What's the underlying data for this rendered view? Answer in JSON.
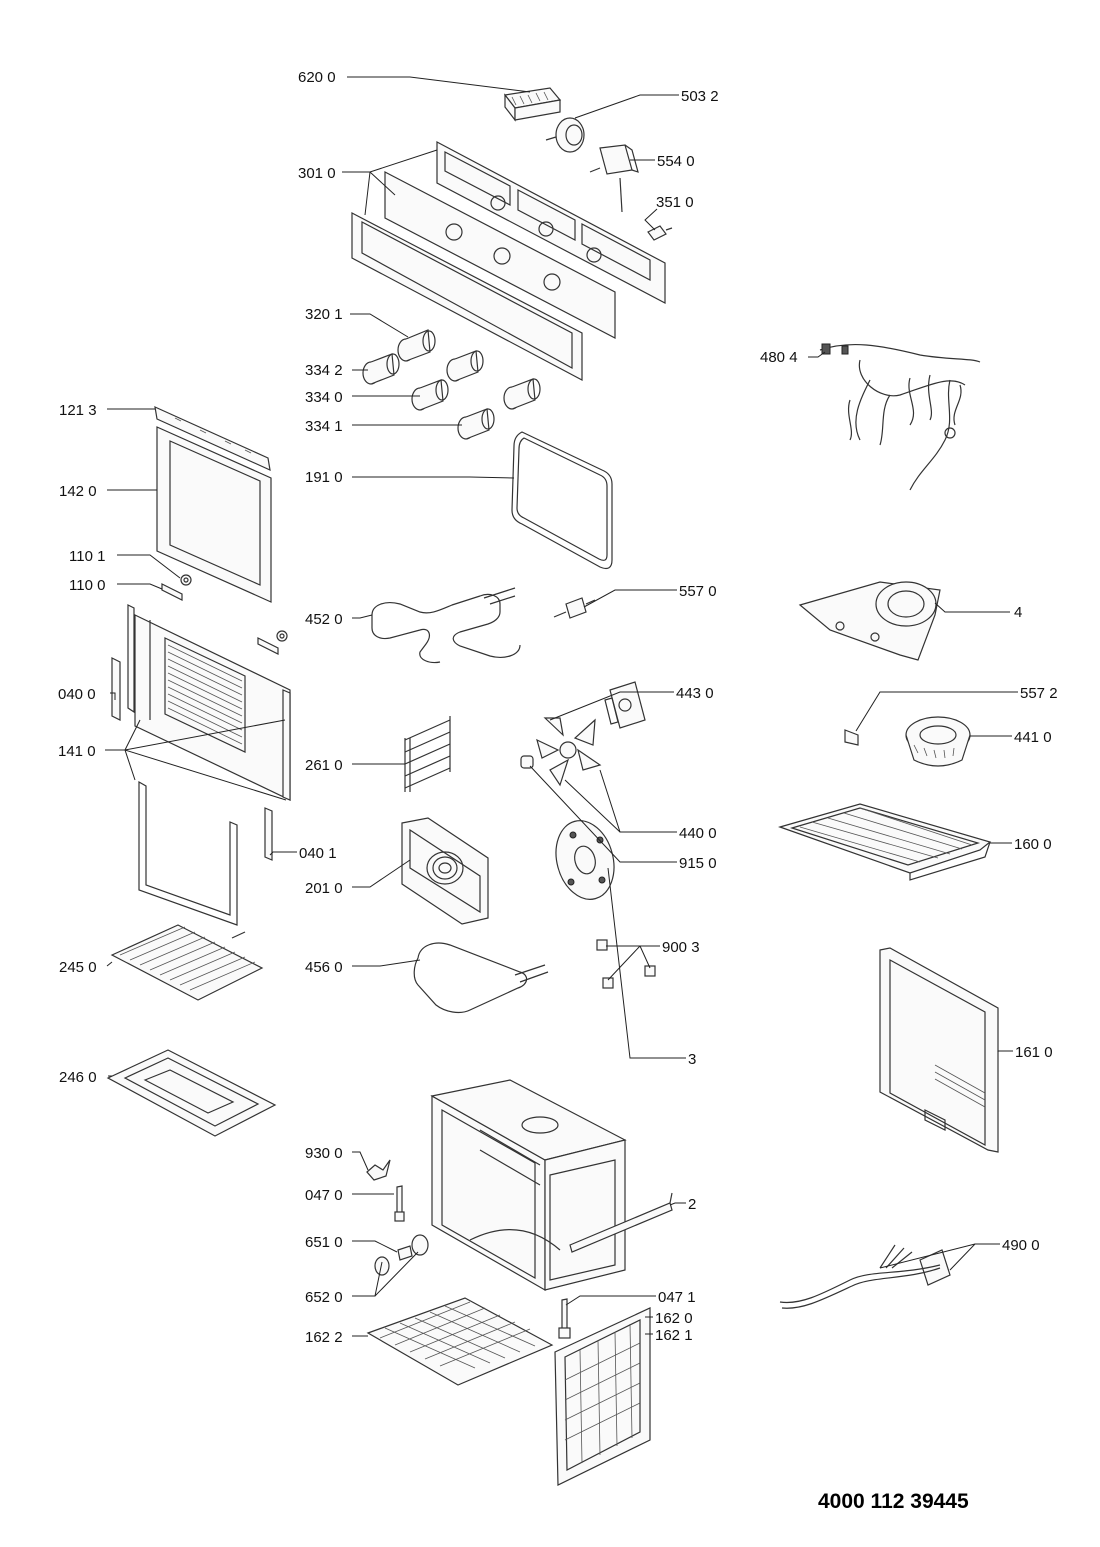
{
  "document_number": "4000 112 39445",
  "parts": {
    "p6200": "620 0",
    "p5032": "503 2",
    "p3010": "301 0",
    "p5540": "554 0",
    "p3510": "351 0",
    "p3201": "320 1",
    "p3342": "334 2",
    "p3340": "334 0",
    "p3341": "334 1",
    "p4804": "480 4",
    "p1213": "121 3",
    "p1420": "142 0",
    "p1910": "191 0",
    "p1101": "110 1",
    "p1100": "110 0",
    "p4520": "452 0",
    "p5570": "557 0",
    "p4": "4",
    "p0400": "040 0",
    "p4430": "443 0",
    "p5572": "557 2",
    "p1410": "141 0",
    "p2610": "261 0",
    "p4410": "441 0",
    "p4400": "440 0",
    "p1600": "160 0",
    "p0401": "040 1",
    "p9150": "915 0",
    "p2010": "201 0",
    "p2450": "245 0",
    "p9003": "900 3",
    "p4560": "456 0",
    "p1610": "161 0",
    "p3": "3",
    "p2460": "246 0",
    "p9300": "930 0",
    "p0470": "047 0",
    "p2": "2",
    "p4900": "490 0",
    "p6510": "651 0",
    "p0471": "047 1",
    "p6520": "652 0",
    "p1620": "162 0",
    "p1622": "162 2",
    "p1621": "162 1"
  }
}
